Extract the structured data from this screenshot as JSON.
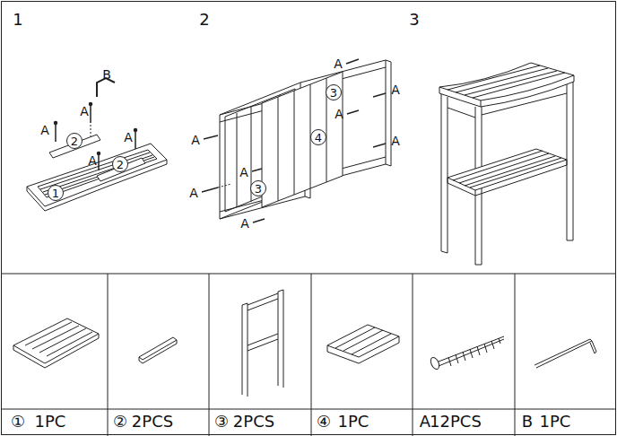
{
  "diagram": {
    "nodes": [
      {
        "text": [
          "2"
        ]
      },
      {
        "text": [
          "2"
        ]
      },
      {
        "text": [
          "1"
        ]
      },
      {
        "text": [
          "3"
        ]
      },
      {
        "text": [
          "4"
        ]
      },
      {
        "text": [
          "3"
        ]
      }
    ],
    "labels": [
      "1",
      "2",
      "3",
      "B",
      "A",
      "A",
      "A",
      "A",
      "A",
      "A",
      "A",
      "A",
      "A",
      "A",
      "A",
      "A",
      "①",
      "1PC",
      "②",
      "2PCS",
      "③",
      "2PCS",
      "④",
      "1PC",
      "A",
      "12PCS",
      "B",
      "1PC"
    ]
  }
}
